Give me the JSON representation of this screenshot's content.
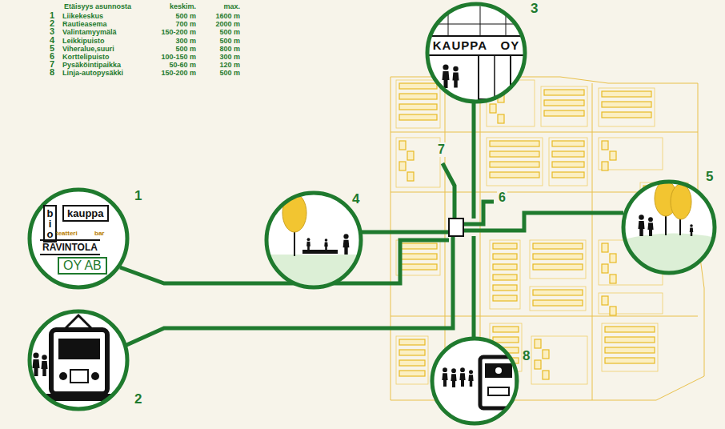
{
  "diagram": {
    "nodes": [
      {
        "text": [
          "1",
          "bio",
          "kauppa",
          "teatteri",
          "bar",
          "RAVINTOLA",
          "OY AB"
        ]
      },
      {
        "text": [
          "2"
        ]
      },
      {
        "text": [
          "3",
          "KAUPPA OY"
        ]
      },
      {
        "text": [
          "4"
        ]
      },
      {
        "text": [
          "5"
        ]
      },
      {
        "text": [
          "8"
        ]
      }
    ],
    "labels": [
      "Etäisyys asunnosta",
      "keskim.",
      "max.",
      "1",
      "Liikekeskus",
      "500 m",
      "1600 m",
      "2",
      "Rautieasema",
      "700 m",
      "2000 m",
      "3",
      "Valintamyymälä",
      "150-200 m",
      "500 m",
      "4",
      "Leikkipuisto",
      "300 m",
      "500 m",
      "5",
      "Viheralue,suuri",
      "500 m",
      "800 m",
      "6",
      "Korttelipuisto",
      "100-150 m",
      "300 m",
      "7",
      "Pysäköintipaikka",
      "50-60 m",
      "120 m",
      "8",
      "Linja-autopysäkki",
      "150-200 m",
      "500 m",
      "7",
      "6"
    ]
  }
}
